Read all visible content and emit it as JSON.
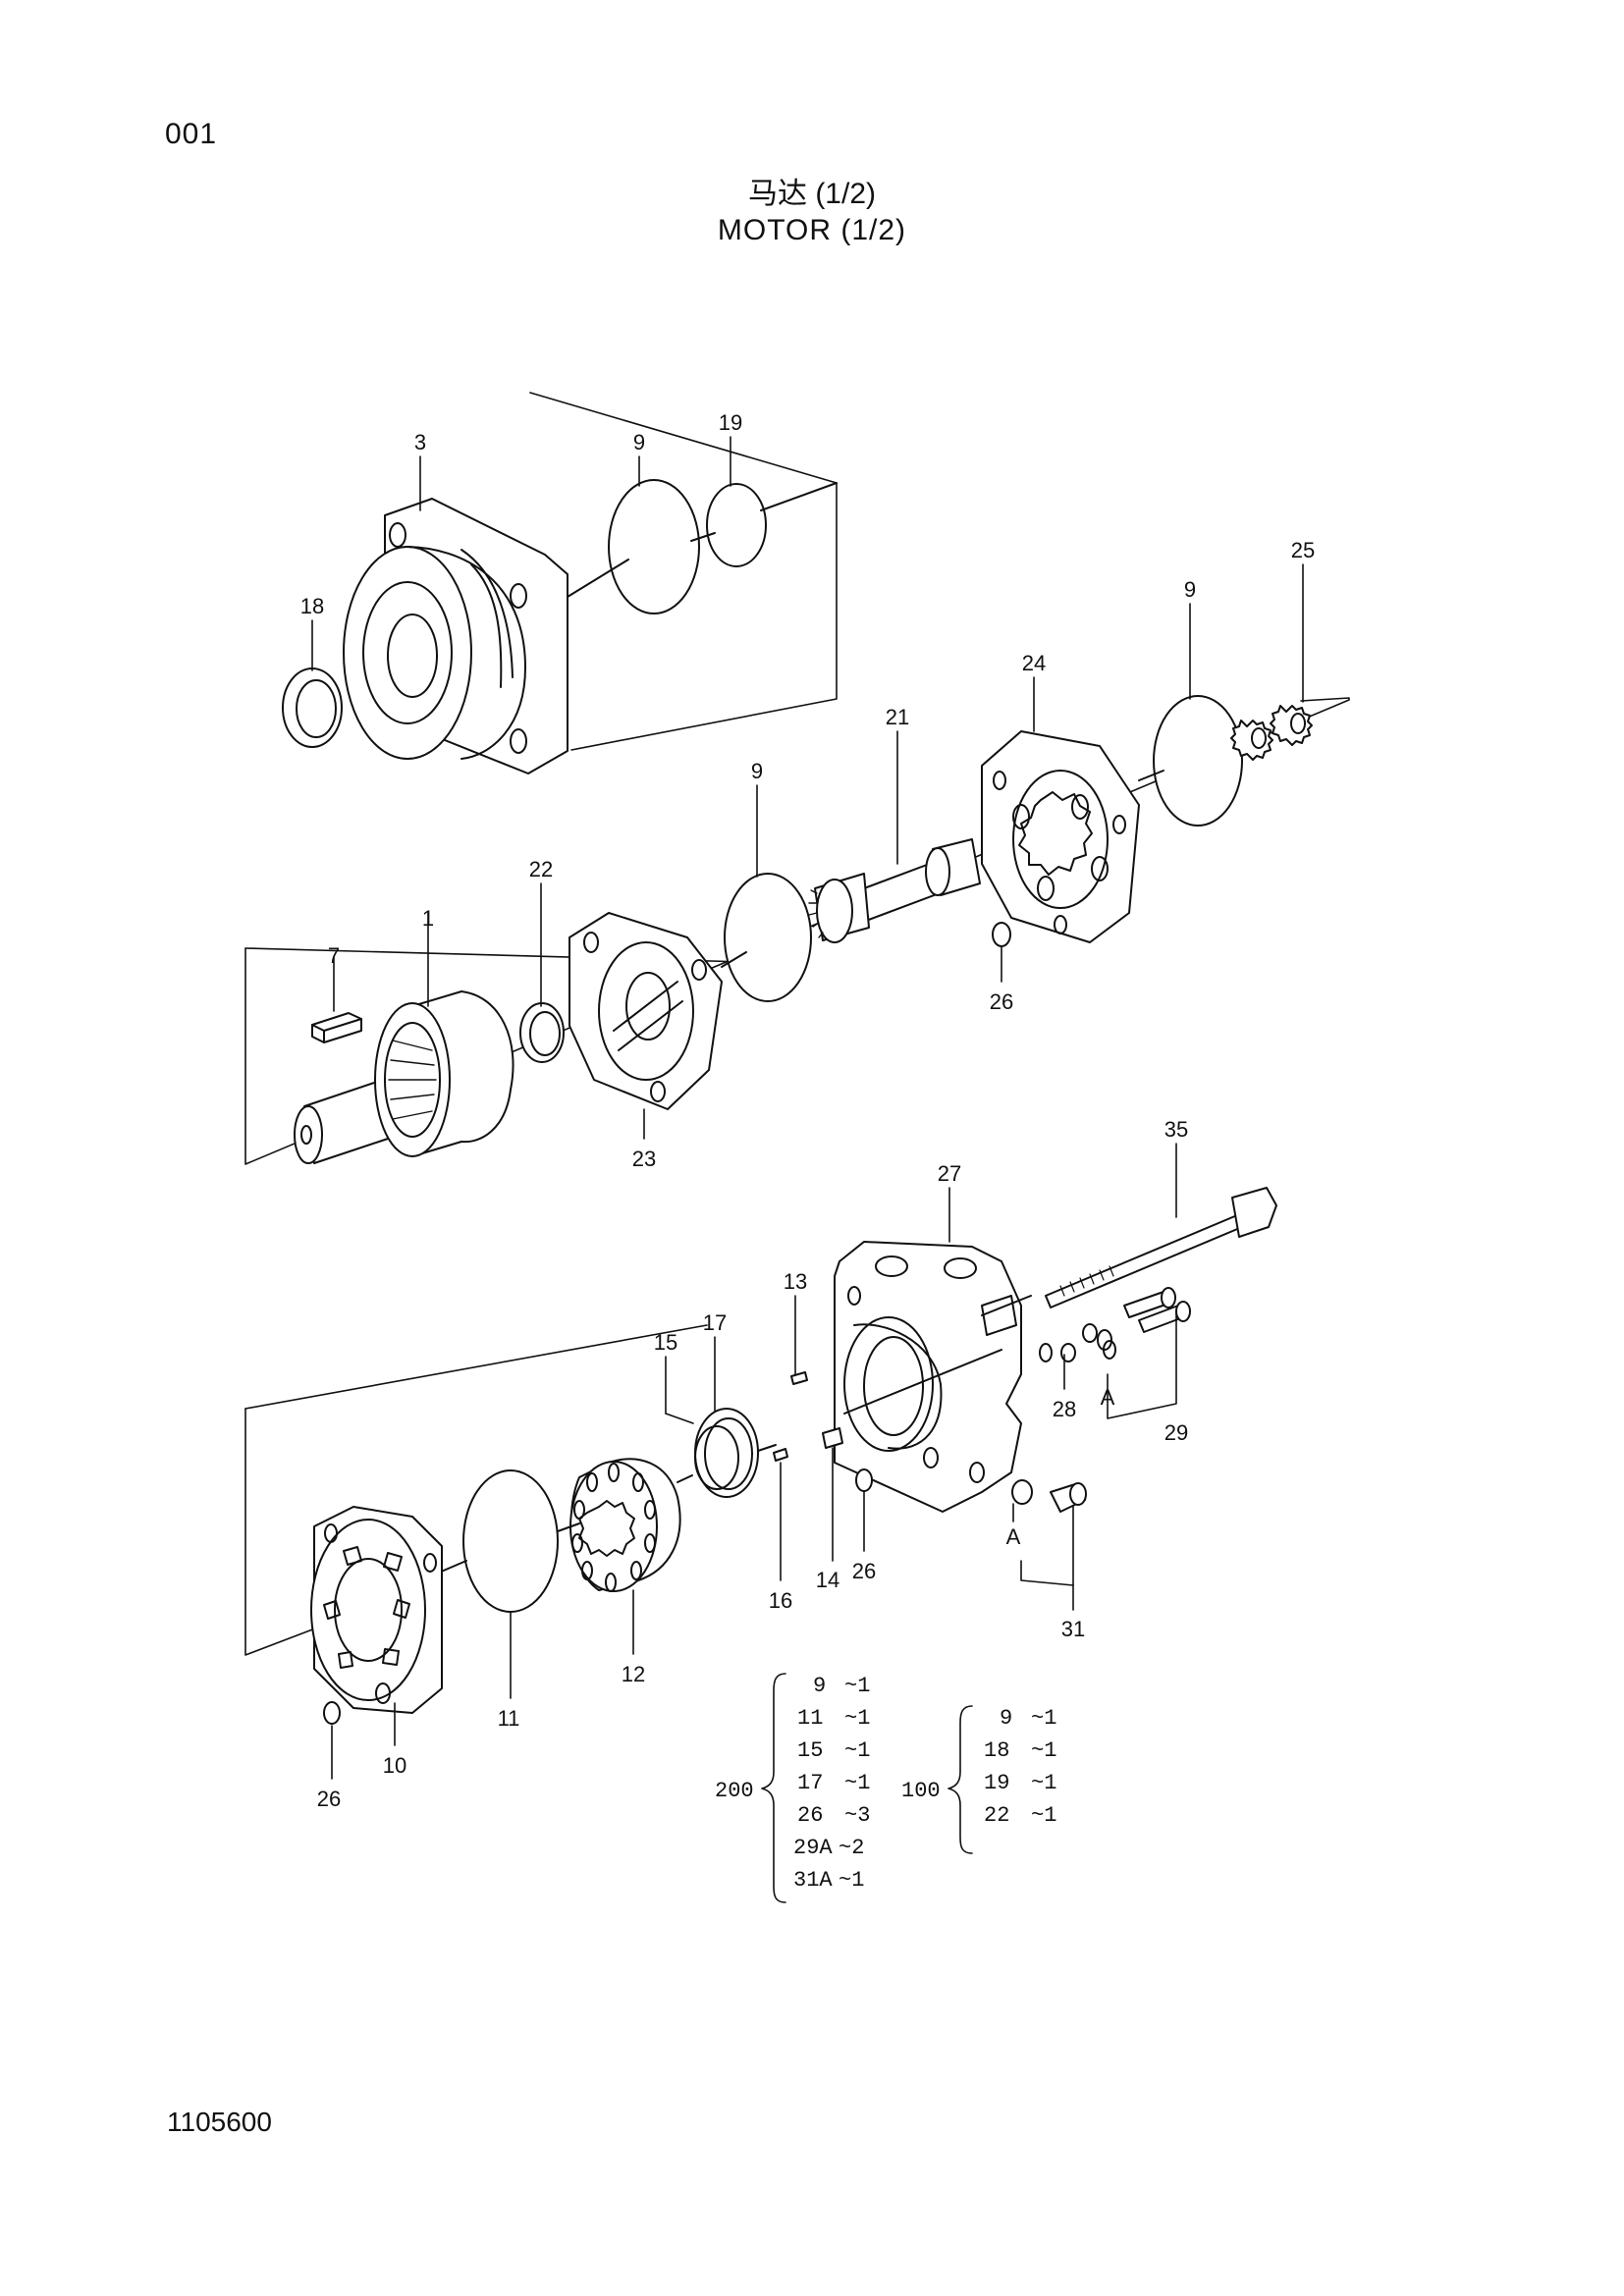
{
  "page_number": "001",
  "title_cn": "马达 (1/2)",
  "title_en": "MOTOR (1/2)",
  "doc_code": "1105600",
  "callouts": {
    "c3": "3",
    "c9a": "9",
    "c19": "19",
    "c18": "18",
    "c25": "25",
    "c9b": "9",
    "c24": "24",
    "c21": "21",
    "c9c": "9",
    "c22": "22",
    "c1": "1",
    "c7": "7",
    "c26a": "26",
    "c23": "23",
    "c35": "35",
    "c27": "27",
    "c13": "13",
    "c15": "15",
    "c17": "17",
    "c28": "28",
    "cA1": "A",
    "c29": "29",
    "c16": "16",
    "c14": "14",
    "c26b": "26",
    "cA2": "A",
    "c31": "31",
    "c12": "12",
    "c11": "11",
    "c10": "10",
    "c26c": "26"
  },
  "kit_200": {
    "code": "200",
    "items": [
      {
        "part": "9",
        "qty": "~1"
      },
      {
        "part": "11",
        "qty": "~1"
      },
      {
        "part": "15",
        "qty": "~1"
      },
      {
        "part": "17",
        "qty": "~1"
      },
      {
        "part": "26",
        "qty": "~3"
      },
      {
        "part": "29A",
        "qty": "~2"
      },
      {
        "part": "31A",
        "qty": "~1"
      }
    ]
  },
  "kit_100": {
    "code": "100",
    "items": [
      {
        "part": "9",
        "qty": "~1"
      },
      {
        "part": "18",
        "qty": "~1"
      },
      {
        "part": "19",
        "qty": "~1"
      },
      {
        "part": "22",
        "qty": "~1"
      }
    ]
  }
}
